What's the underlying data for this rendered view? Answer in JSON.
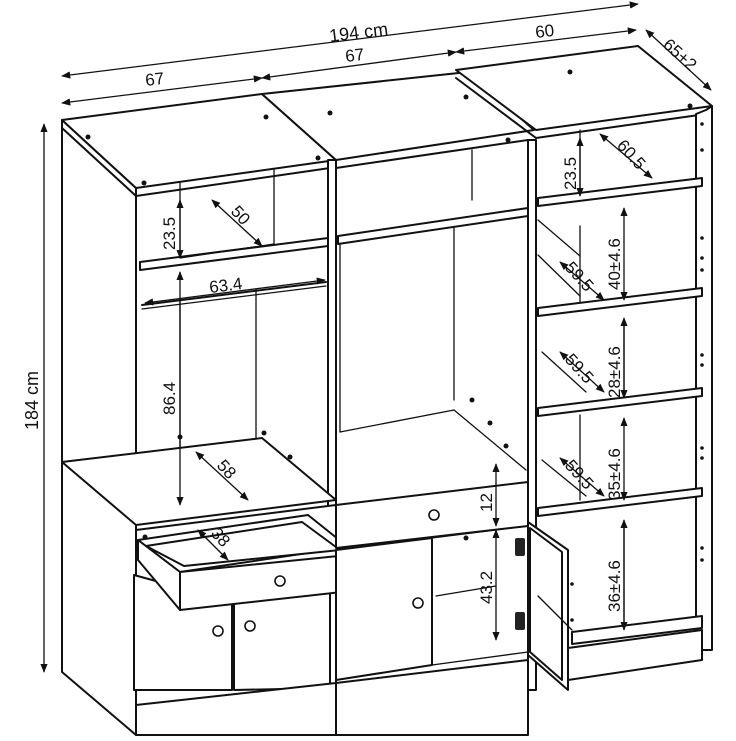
{
  "dimensions": {
    "total_width": "194 cm",
    "height": "184 cm",
    "left_module_width": "67",
    "middle_module_width": "67",
    "right_module_width": "60",
    "depth": "65+2",
    "left_top_shelf_height": "23.5",
    "left_top_shelf_depth": "50",
    "left_rail_width": "63.4",
    "left_hanging_height": "86.4",
    "left_bottom_depth": "58",
    "drawer_depth": "38",
    "middle_drawer_height": "12",
    "middle_cabinet_height": "43.2",
    "right_top_shelf_height": "23.5",
    "right_top_shelf_depth": "60.5",
    "right_shelf_1_height": "40±4.6",
    "right_shelf_1_depth": "59.5",
    "right_shelf_2_height": "28±4.6",
    "right_shelf_2_depth": "59.5",
    "right_shelf_3_height": "35±4.6",
    "right_shelf_3_depth": "59.5",
    "right_shelf_4_height": "36±4.6"
  }
}
